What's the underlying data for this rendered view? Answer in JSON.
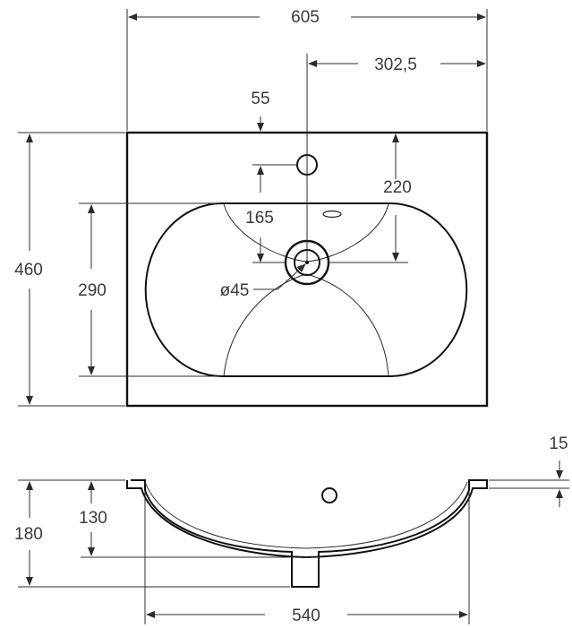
{
  "drawing": {
    "top_view": {
      "overall_width": "605",
      "half_width": "302,5",
      "overall_depth": "460",
      "bowl_depth": "290",
      "tap_hole_offset": "55",
      "tap_to_drain": "220",
      "bowl_edge_to_drain": "165",
      "drain_diameter": "ø45"
    },
    "side_view": {
      "rim_thickness": "15",
      "overall_height": "180",
      "bowl_height": "130",
      "bowl_width": "540"
    }
  }
}
